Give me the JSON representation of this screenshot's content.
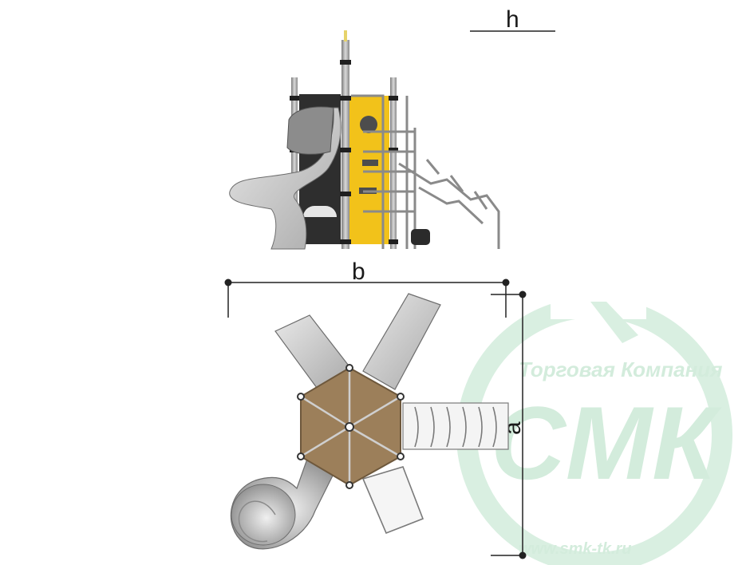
{
  "dimensions": {
    "height_label": "h",
    "width_label": "b",
    "depth_label": "a"
  },
  "watermark": {
    "company": "Торговая Компания",
    "brand": "СМК",
    "url": "www.smk-tk.ru",
    "color": "#cfe9d8"
  },
  "colors": {
    "deck": "#9c7f5a",
    "panel_yellow": "#f2c21a",
    "panel_dark": "#2b2b2b",
    "metal": "#9a9a9a"
  }
}
